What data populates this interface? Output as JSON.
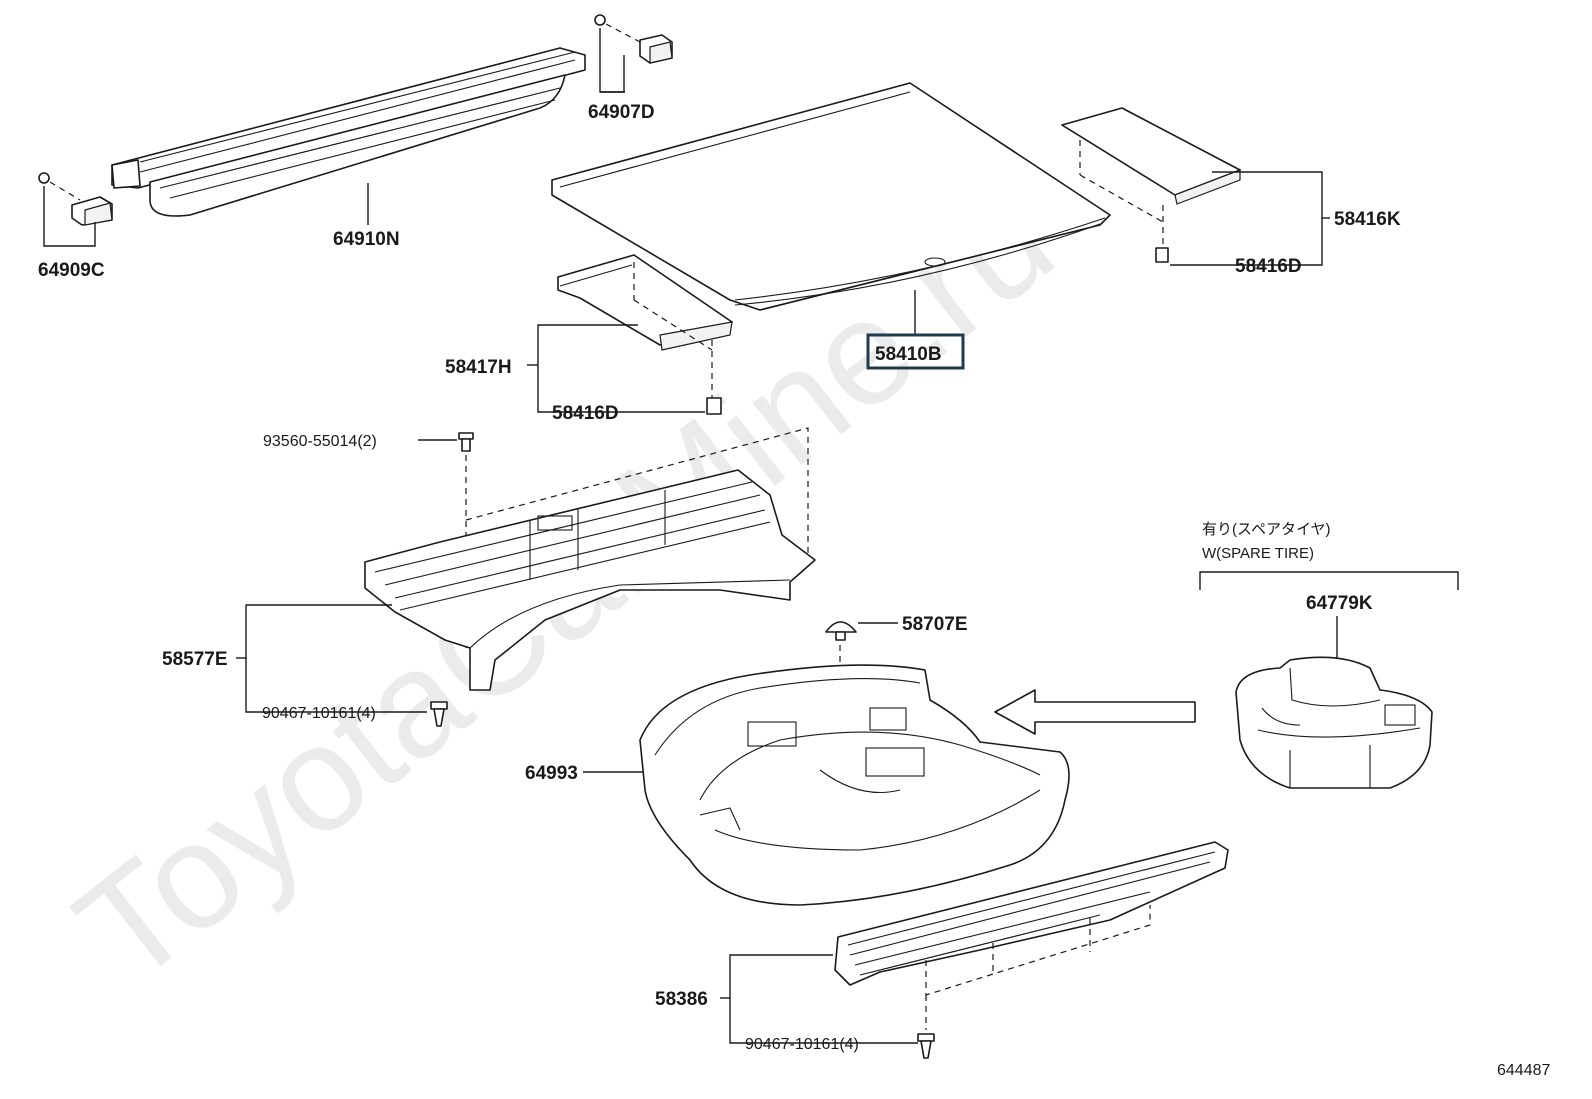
{
  "watermark": "ToyotaCarMine.ru",
  "diagram_id": "644487",
  "note": {
    "jp": "有り(スペアタイヤ)",
    "en": "W(SPARE TIRE)"
  },
  "parts": {
    "p64907D": "64907D",
    "p64910N": "64910N",
    "p64909C": "64909C",
    "p58416K": "58416K",
    "p58416D_a": "58416D",
    "p58410B": "58410B",
    "p58417H": "58417H",
    "p58416D_b": "58416D",
    "p93560": "93560-55014(2)",
    "p58577E": "58577E",
    "p90467_a": "90467-10161(4)",
    "p58707E": "58707E",
    "p64779K": "64779K",
    "p64993": "64993",
    "p58386": "58386",
    "p90467_b": "90467-10161(4)"
  },
  "colors": {
    "line": "#1a1a1a",
    "highlight": "#1f3b4d",
    "watermark": "#c8c8c8"
  }
}
